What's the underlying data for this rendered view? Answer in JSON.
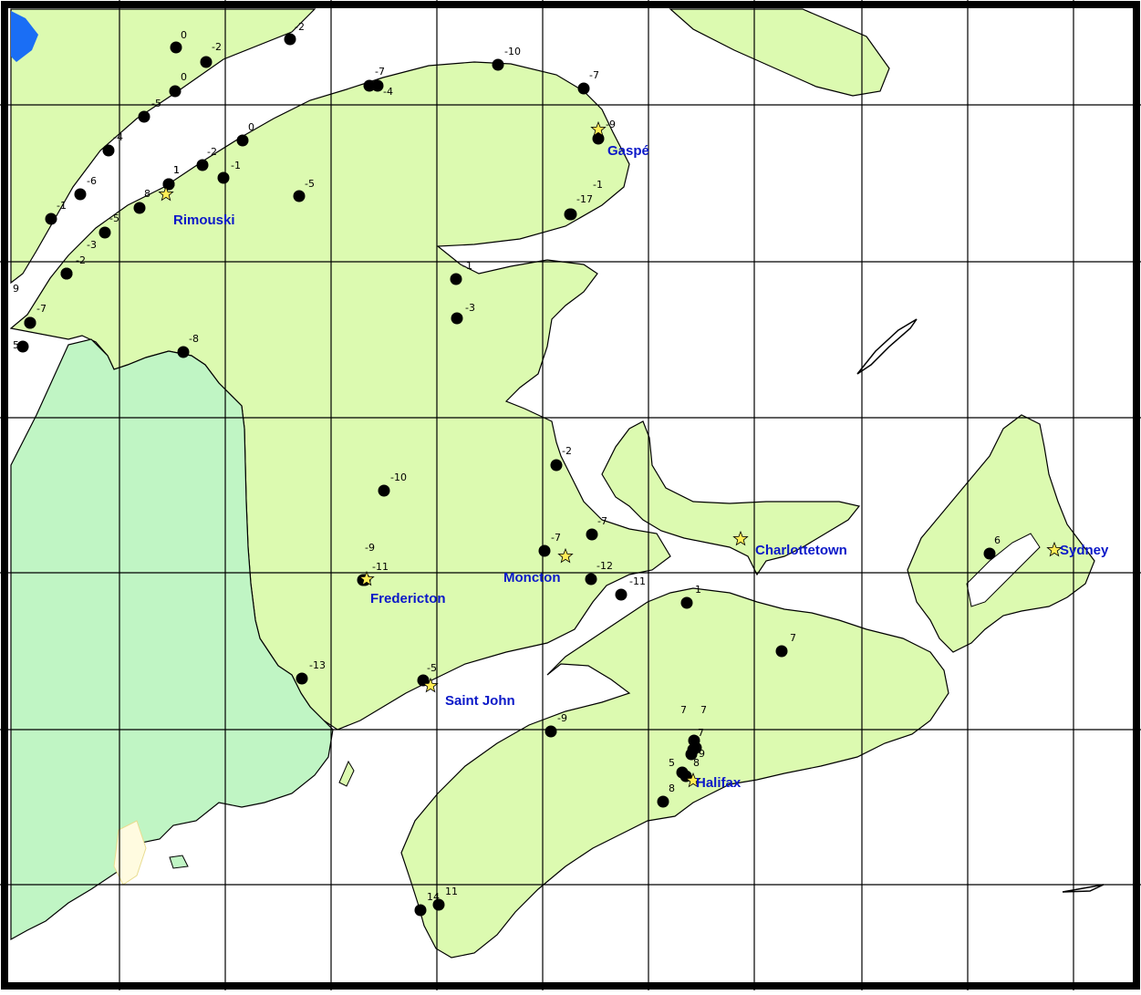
{
  "colors": {
    "land": "#dcfab0",
    "us_land": "#c0f5c4",
    "water": "#ffffff",
    "lake": "#1a6ef5",
    "grid": "#000000",
    "station": "#000000",
    "star": "#ffee55",
    "city_label": "#0b18c8"
  },
  "icons": {
    "station": "filled-circle",
    "city": "star-icon"
  },
  "cities": [
    {
      "id": "gaspe",
      "name": "Gaspé"
    },
    {
      "id": "rimouski",
      "name": "Rimouski"
    },
    {
      "id": "charlottetown",
      "name": "Charlottetown"
    },
    {
      "id": "sydney",
      "name": "Sydney"
    },
    {
      "id": "moncton",
      "name": "Moncton"
    },
    {
      "id": "fredericton",
      "name": "Fredericton"
    },
    {
      "id": "saint-john",
      "name": "Saint John"
    },
    {
      "id": "halifax",
      "name": "Halifax"
    }
  ],
  "observations": [
    "0",
    "-2",
    "-2",
    "0",
    "-5",
    "-7",
    "-4",
    "-10",
    "-7",
    "-9",
    "-4",
    "0",
    "-6",
    "-2",
    "-1",
    "1",
    "-1",
    "-5",
    "8",
    "-1",
    "-17",
    "1",
    "-5",
    "-3",
    "-2",
    "9",
    "-7",
    "5",
    "-1",
    "-3",
    "-8",
    "-2",
    "-10",
    "-7",
    "-7",
    "-9",
    "-11",
    "-12",
    "-11",
    "1",
    "7",
    "-13",
    "-5",
    "-9",
    "7",
    "7",
    "7",
    "9",
    "5",
    "8",
    "8",
    "14",
    "11",
    "6"
  ]
}
